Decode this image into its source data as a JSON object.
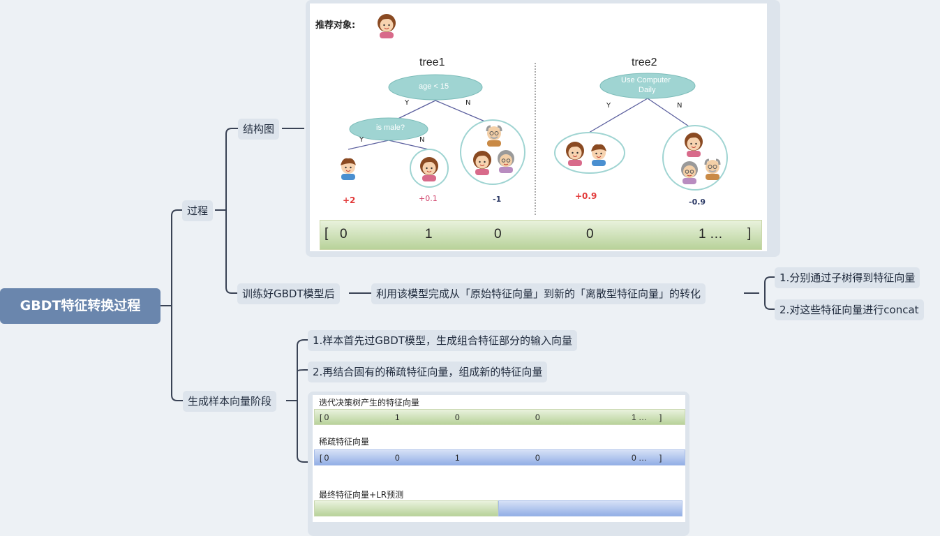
{
  "root": "GBDT特征转换过程",
  "branches": {
    "process": "过程",
    "structure": "结构图",
    "after_train": "训练好GBDT模型后",
    "after_train_detail": "利用该模型完成从「原始特征向量」到新的「离散型特征向量」的转化",
    "sub1": "1.分别通过子树得到特征向量",
    "sub2": "2.对这些特征向量进行concat",
    "stage": "生成样本向量阶段",
    "stage1": "1.样本首先过GBDT模型，生成组合特征部分的输入向量",
    "stage2": "2.再结合固有的稀疏特征向量，组成新的特征向量"
  },
  "tree_figure": {
    "recommend_label": "推荐对象:",
    "tree1_title": "tree1",
    "tree2_title": "tree2",
    "tree1_root": "age < 15",
    "tree1_child": "is male?",
    "tree2_root_line1": "Use Computer",
    "tree2_root_line2": "Daily",
    "yes": "Y",
    "no": "N",
    "leaf_values": [
      "+2",
      "+0.1",
      "-1",
      "+0.9",
      "-0.9"
    ],
    "vector": {
      "open": "[",
      "values": [
        "0",
        "1",
        "0",
        "0",
        "1 …"
      ],
      "close": "]"
    }
  },
  "feature_figure": {
    "tree_vec_label": "迭代决策树产生的特征向量",
    "tree_vec": {
      "open": "[ 0",
      "values": [
        "1",
        "0",
        "0",
        "1 …"
      ],
      "close": "]"
    },
    "sparse_label": "稀疏特征向量",
    "sparse_vec": {
      "open": "[ 0",
      "values": [
        "0",
        "1",
        "0",
        "0 …"
      ],
      "close": "]"
    },
    "final_label": "最终特征向量+LR预测"
  },
  "colors": {
    "root_bg": "#6a86ad",
    "node_bg": "#dde4ec",
    "ellipse": "#9fd4d2",
    "leaf_pos": "#e23a3a",
    "leaf_small": "#d0416a",
    "leaf_neg": "#2c3a66",
    "green_vec": "#b8d29a",
    "blue_vec": "#93afe6"
  }
}
